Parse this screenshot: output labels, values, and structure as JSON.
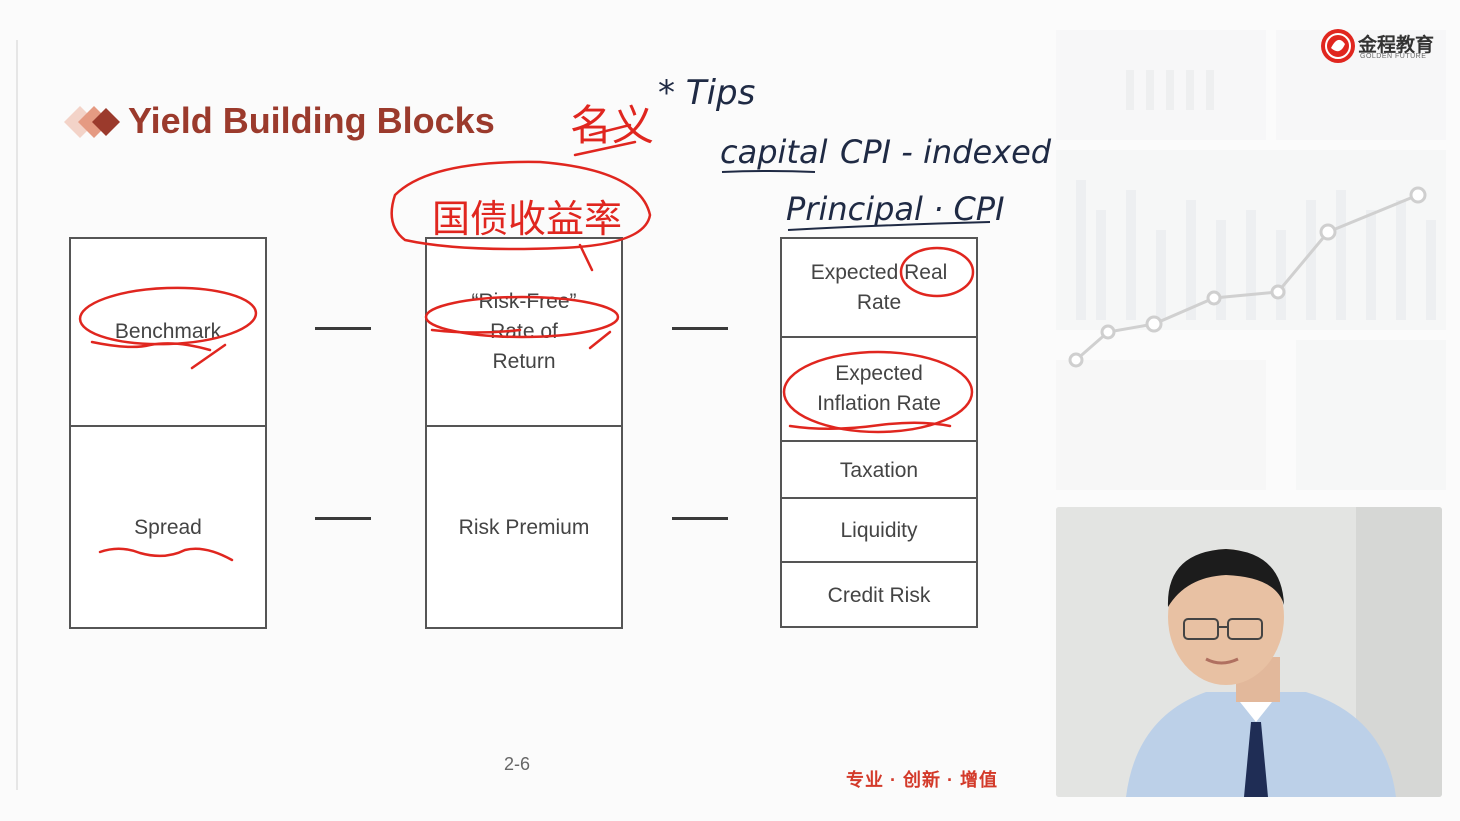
{
  "slide": {
    "title": "Yield Building Blocks",
    "page_number": "2-6",
    "slogan": "专业 · 创新 · 增值",
    "logo_text": "金程教育",
    "logo_subtext": "GOLDEN FUTURE"
  },
  "columns": [
    {
      "cells": [
        "Benchmark",
        "Spread"
      ]
    },
    {
      "cells": [
        "“Risk-Free” Rate of Return",
        "Risk Premium"
      ]
    },
    {
      "cells": [
        "Expected Real Rate",
        "Expected Inflation Rate",
        "Taxation",
        "Liquidity",
        "Credit Risk"
      ]
    }
  ],
  "annotations": {
    "tips": "* Tips",
    "capital": "capital",
    "cpi_indexed": "CPI - indexed",
    "principal": "Principal · CPI",
    "chinese_top": "名义",
    "chinese_circle": "国债收益率"
  },
  "colors": {
    "title": "#9b3a2c",
    "pen_red": "#e0261f",
    "pen_dark": "#1f2a44"
  }
}
